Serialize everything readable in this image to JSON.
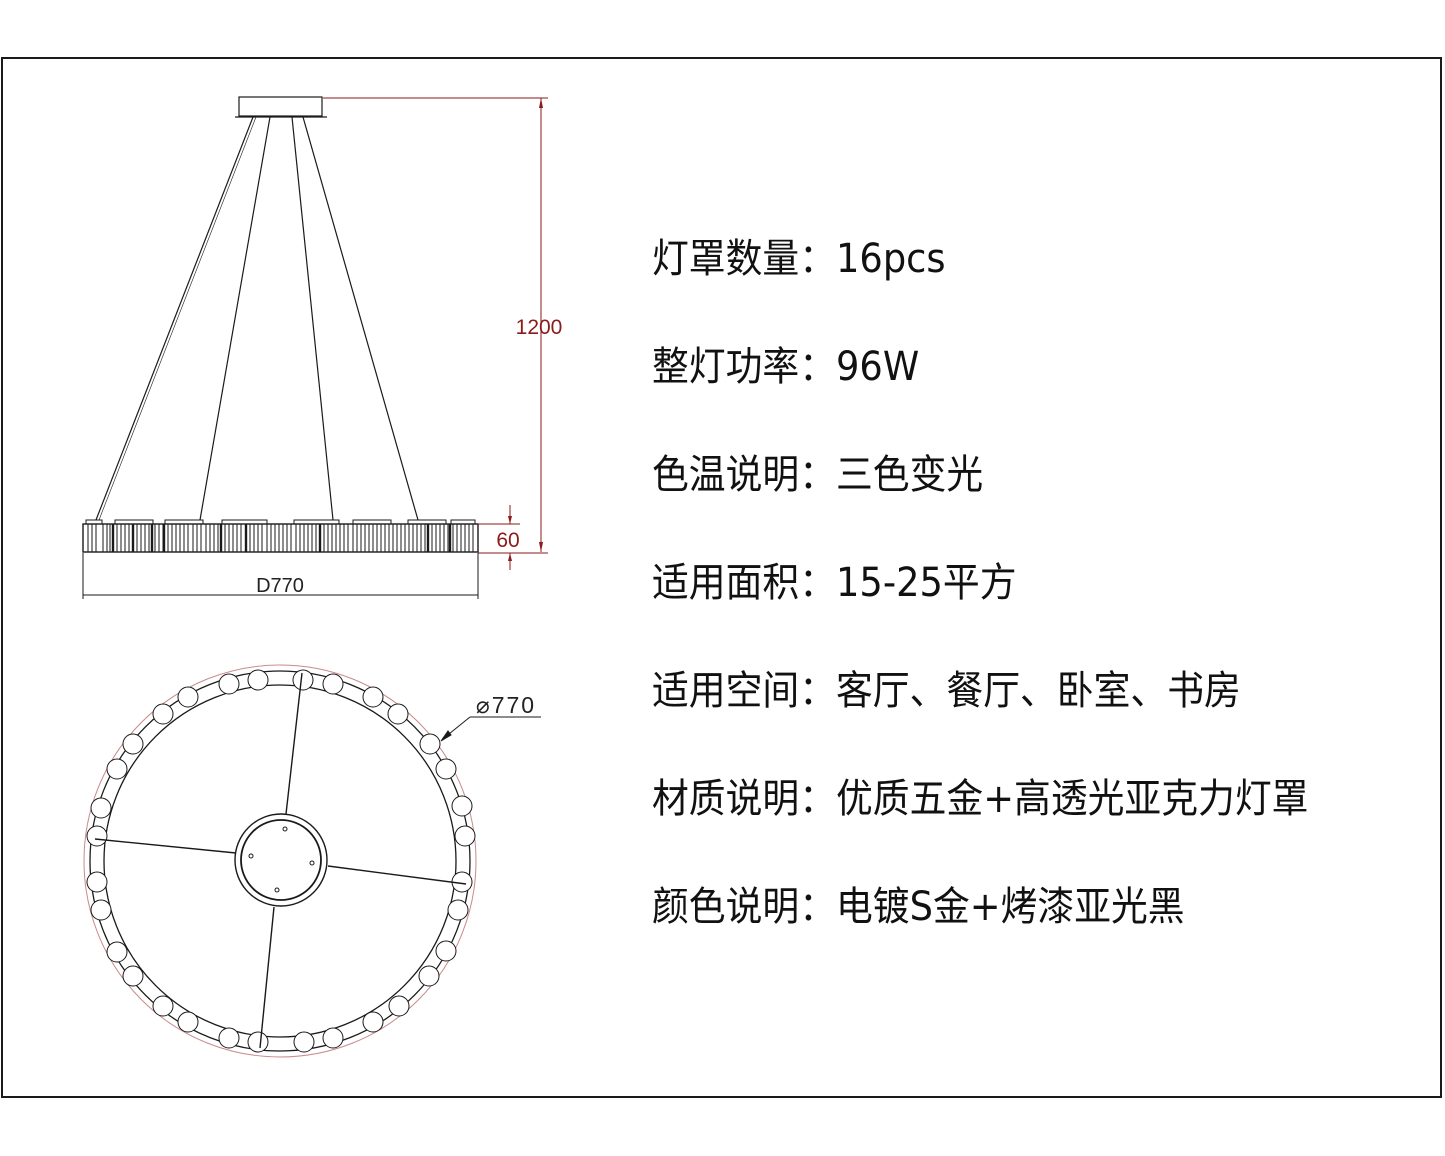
{
  "drawing": {
    "side_view": {
      "height_dimension": "1200",
      "ring_height_dimension": "60",
      "diameter_dimension": "D770"
    },
    "top_view": {
      "diameter_dimension": "⌀770"
    },
    "colors": {
      "line": "#1a1a1a",
      "dimension": "#8b1a1a"
    }
  },
  "specs": [
    {
      "label": "灯罩数量",
      "sep": "：",
      "value": "16pcs"
    },
    {
      "label": "整灯功率",
      "sep": "：",
      "value": "96W"
    },
    {
      "label": "色温说明",
      "sep": "：",
      "value": "三色变光"
    },
    {
      "label": "适用面积",
      "sep": "：",
      "value": "15-25平方"
    },
    {
      "label": "适用空间",
      "sep": "：",
      "value": "客厅、餐厅、卧室、书房"
    },
    {
      "label": "材质说明",
      "sep": "：",
      "value": "优质五金+高透光亚克力灯罩"
    },
    {
      "label": "颜色说明",
      "sep": "：",
      "value": "电镀S金+烤漆亚光黑"
    }
  ]
}
